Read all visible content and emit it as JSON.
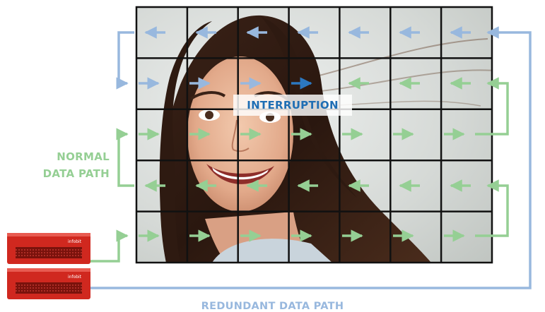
{
  "labels": {
    "normal_path": [
      "NORMAL",
      "DATA PATH"
    ],
    "redundant_path": "REDUNDANT DATA PATH",
    "interruption": "INTERRUPTION"
  },
  "device_label": "infobit",
  "grid": {
    "rows": 5,
    "cols": 7
  },
  "colors": {
    "normal_path": "#95cf94",
    "redundant_path": "#98b8de",
    "interruption_text": "#1f6eb4",
    "device_red": "#d0281f",
    "grid_line": "#111111"
  }
}
